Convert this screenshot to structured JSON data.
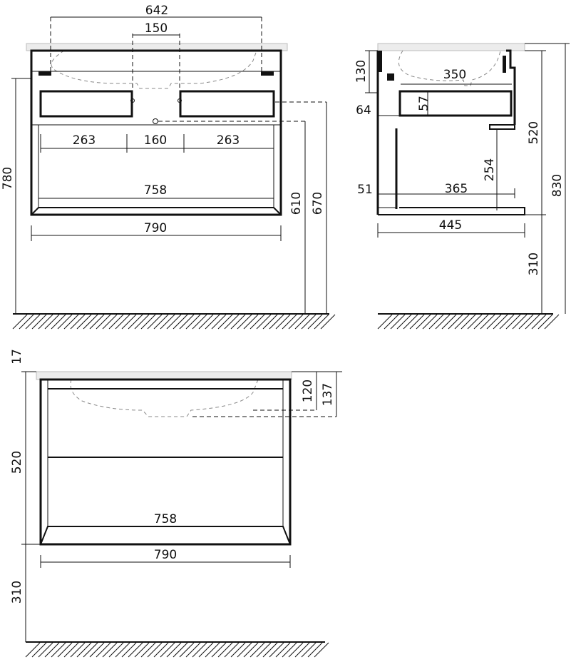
{
  "front_view": {
    "dims": {
      "basin_width": "642",
      "center_offset": "150",
      "drawer_left": "263",
      "drawer_middle": "160",
      "drawer_right": "263",
      "inner_width": "758",
      "outer_width": "790",
      "total_height": "780",
      "drain_height": "610",
      "water_height": "670"
    }
  },
  "side_view": {
    "dims": {
      "top_zone": "130",
      "basin_depth": "350",
      "drawer_offset": "64",
      "drawer_height": "57",
      "cabinet_height": "520",
      "total_height": "830",
      "inner_height": "254",
      "plinth_offset": "51",
      "inner_depth": "365",
      "outer_depth": "445",
      "mount_height": "310"
    }
  },
  "bottom_view": {
    "dims": {
      "top_thickness": "17",
      "cabinet_height": "520",
      "mount_height": "310",
      "bowl_depth": "120",
      "drain_depth": "137",
      "inner_width": "758",
      "outer_width": "790"
    }
  }
}
